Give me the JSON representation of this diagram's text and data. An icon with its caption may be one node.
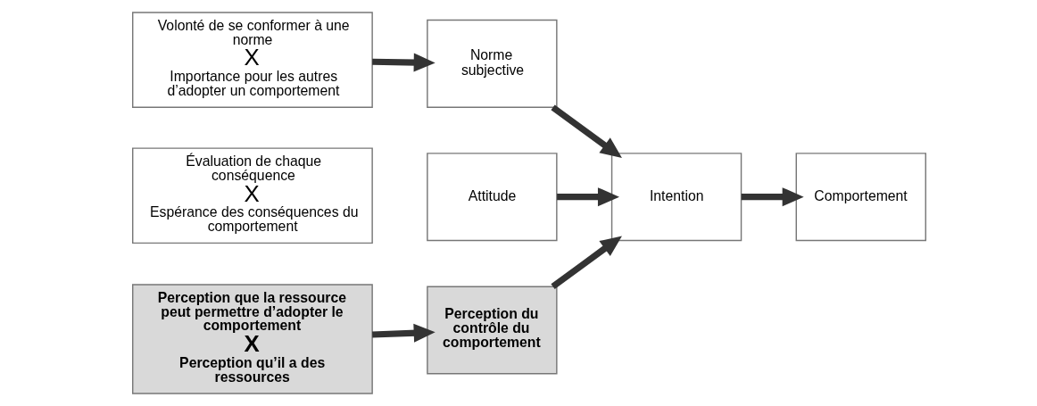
{
  "diagram": {
    "nodes": [
      {
        "text": [
          "Volonté de se conformer à une norme",
          "X",
          "Importance pour les autres d’adopter un comportement"
        ]
      },
      {
        "text": [
          "Norme subjective"
        ]
      },
      {
        "text": [
          "Évaluation de chaque conséquence",
          "X",
          "Espérance des conséquences du comportement"
        ]
      },
      {
        "text": [
          "Attitude"
        ]
      },
      {
        "text": [
          "Perception que la ressource peut permettre d’adopter le comportement",
          "X",
          "Perception qu’il a des ressources"
        ]
      },
      {
        "text": [
          "Perception du contrôle du comportement"
        ]
      },
      {
        "text": [
          "Intention"
        ]
      },
      {
        "text": [
          "Comportement"
        ]
      }
    ],
    "edges": [
      {
        "from": 0,
        "to": 1,
        "arrow": "to"
      },
      {
        "from": 4,
        "to": 5,
        "arrow": "to"
      },
      {
        "from": 1,
        "to": 6,
        "arrow": "to"
      },
      {
        "from": 3,
        "to": 6,
        "arrow": "to"
      },
      {
        "from": 5,
        "to": 6,
        "arrow": "to"
      },
      {
        "from": 6,
        "to": 7,
        "arrow": "to"
      }
    ]
  }
}
